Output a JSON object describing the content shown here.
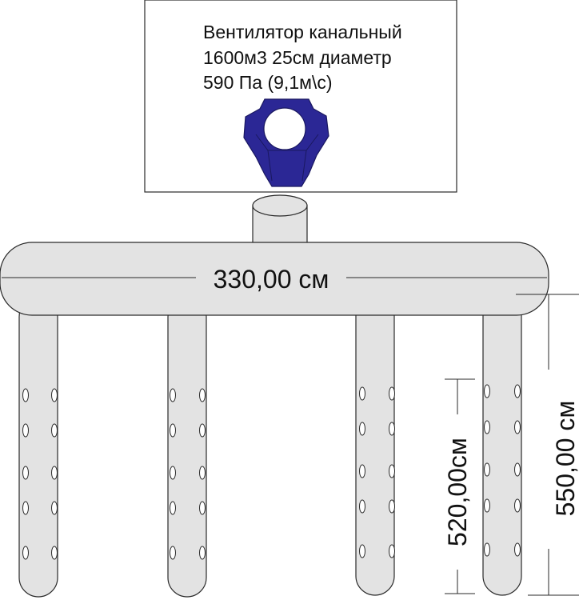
{
  "fan_label": {
    "line1": "Вентилятор канальный",
    "line2": "1600м3 25см диаметр",
    "line3": "590 Па  (9,1м\\с)"
  },
  "dimensions": {
    "manifold_length": "330,00 см",
    "pipe_length_inner": "520,00см",
    "pipe_length_outer": "550,00 см"
  },
  "pipes": {
    "count": 4,
    "hole_rows": 5,
    "hole_columns": 2
  },
  "colors": {
    "pipe_fill": "#e3e3e3",
    "outline": "#2a2a2a",
    "fan_fill": "#2b2795",
    "fan_highlight": "#3c38b8",
    "background": "#ffffff"
  }
}
